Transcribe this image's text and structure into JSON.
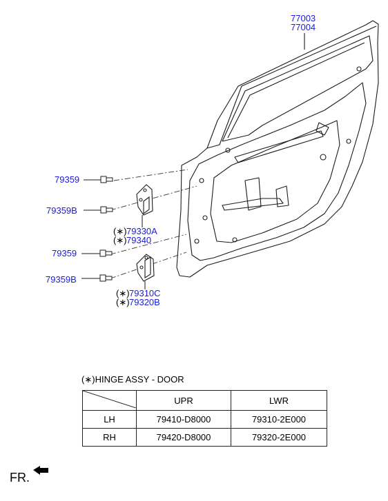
{
  "diagram": {
    "door_part_numbers": [
      "77003",
      "77004"
    ],
    "upper_hinge": {
      "bolt_a": "79359",
      "bolt_b": "79359B",
      "hinge_a": "79330A",
      "hinge_b": "79340",
      "mark": "(∗)"
    },
    "lower_hinge": {
      "bolt_a": "79359",
      "bolt_b": "79359B",
      "hinge_a": "79310C",
      "hinge_b": "79320B",
      "mark": "(∗)"
    },
    "part_label_color": "#1a1adc"
  },
  "note": {
    "mark": "(∗)",
    "title": "HINGE ASSY - DOOR"
  },
  "table": {
    "columns": [
      "",
      "UPR",
      "LWR"
    ],
    "rows": [
      {
        "side": "LH",
        "upr": "79410-D8000",
        "lwr": "79310-2E000"
      },
      {
        "side": "RH",
        "upr": "79420-D8000",
        "lwr": "79320-2E000"
      }
    ]
  },
  "direction_indicator": {
    "label": "FR.",
    "icon": "arrow-forward-icon"
  }
}
